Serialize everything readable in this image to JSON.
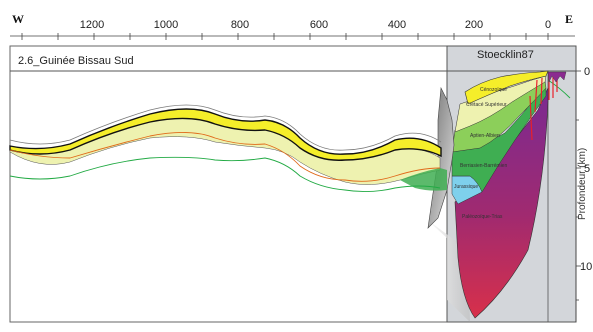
{
  "directions": {
    "west": "W",
    "east": "E"
  },
  "x_axis": {
    "unit": "km",
    "reversed": true,
    "ticks": [
      {
        "value": 1200,
        "label": "1200"
      },
      {
        "value": 1000,
        "label": "1000"
      },
      {
        "value": 800,
        "label": "800"
      },
      {
        "value": 600,
        "label": "600"
      },
      {
        "value": 400,
        "label": "400"
      },
      {
        "value": 200,
        "label": "200"
      },
      {
        "value": 0,
        "label": "0"
      }
    ]
  },
  "y_axis": {
    "label": "Profondeur (km)",
    "ticks": [
      {
        "value": 0,
        "label": "0"
      },
      {
        "value": 5,
        "label": "5"
      },
      {
        "value": 10,
        "label": "10"
      }
    ]
  },
  "section_title": "2.6_Guinée Bissau Sud",
  "reference_title": "Stoecklin87",
  "layers": [
    {
      "name": "Cénozoïque",
      "color": "#f5ee2a"
    },
    {
      "name": "Crétacé Supérieur",
      "color": "#eef2b0"
    },
    {
      "name": "Aptien-Albien",
      "color": "#8ccf5a"
    },
    {
      "name": "Berriasien-Barrémien",
      "color": "#3fae52"
    },
    {
      "name": "Jurassique",
      "color": "#7ed0ec"
    },
    {
      "name": "Paléozoïque-Trias",
      "color": "#8b2a90"
    }
  ],
  "colors": {
    "inset_background": "#d3d6da",
    "paleozoic_gradient_bottom": "#d8304a",
    "green_line": "#22aa44",
    "orange_line": "#e06a1a",
    "red_faults": "#e8202a"
  }
}
